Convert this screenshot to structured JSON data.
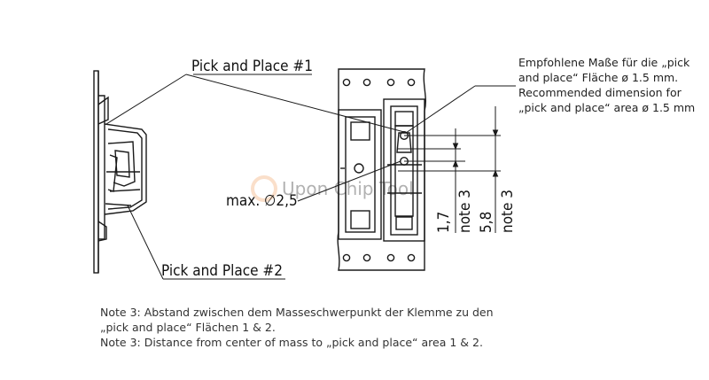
{
  "diagram": {
    "labels": {
      "pick_place_1": "Pick and Place #1",
      "pick_place_2": "Pick and Place #2",
      "max_diameter": "max. ∅2,5",
      "dim_1_7": "1,7",
      "dim_5_8": "5,8",
      "note_3_a": "note 3",
      "note_3_b": "note 3",
      "recommended_de_1": "Empfohlene Maße für die „pick",
      "recommended_de_2": "and place“ Fläche ø 1.5 mm.",
      "recommended_en_1": "Recommended dimension for",
      "recommended_en_2": "„pick and place“ area ø 1.5 mm"
    },
    "watermark": "Upon Chip Tool",
    "notes": [
      "Note 3: Abstand zwischen dem Masseschwerpunkt der Klemme zu den",
      "„pick and place“ Flächen 1 & 2.",
      "Note 3: Distance from center of mass to „pick and place“ area 1 & 2."
    ],
    "colors": {
      "line": "#1a1a1a",
      "text": "#333333",
      "watermark": "#f6c9a8"
    }
  }
}
